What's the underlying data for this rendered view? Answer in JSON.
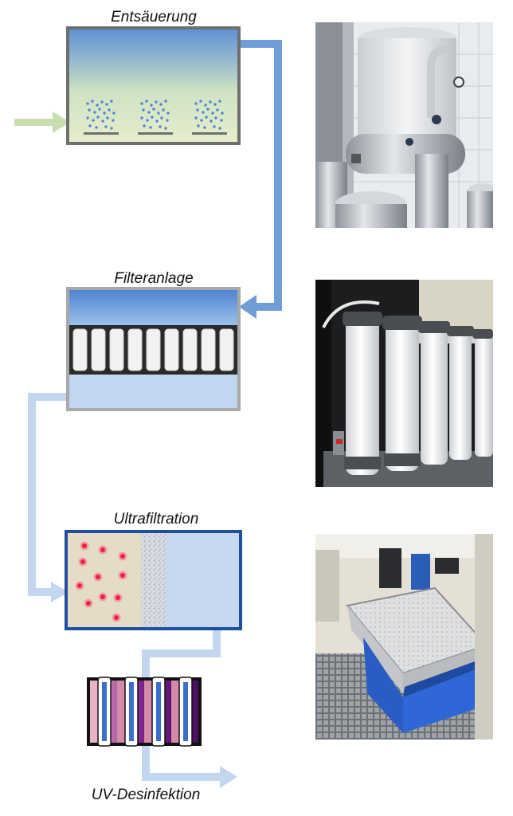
{
  "stages": [
    {
      "id": "deacidification",
      "label": "Entsäuerung"
    },
    {
      "id": "filter",
      "label": "Filteranlage"
    },
    {
      "id": "ultrafiltration",
      "label": "Ultrafiltration"
    },
    {
      "id": "uv",
      "label": "UV-Desinfektion"
    }
  ],
  "colors": {
    "pipe_dark": "#6f9ed6",
    "pipe_light": "#c3d6ef",
    "inlet_arrow": "#c9deb0",
    "tank_frame": "#6f6f6f",
    "uf_frame": "#1f4f9f",
    "contaminant": "#e8233f",
    "uv_lamp": "#3a6fd0"
  },
  "photos": [
    {
      "id": "photo-deacidification",
      "subject": "stainless steel tank with pipes"
    },
    {
      "id": "photo-filter",
      "subject": "white membrane filter modules"
    },
    {
      "id": "photo-ultrafiltration",
      "subject": "blue filtration unit with perforated lid"
    }
  ]
}
